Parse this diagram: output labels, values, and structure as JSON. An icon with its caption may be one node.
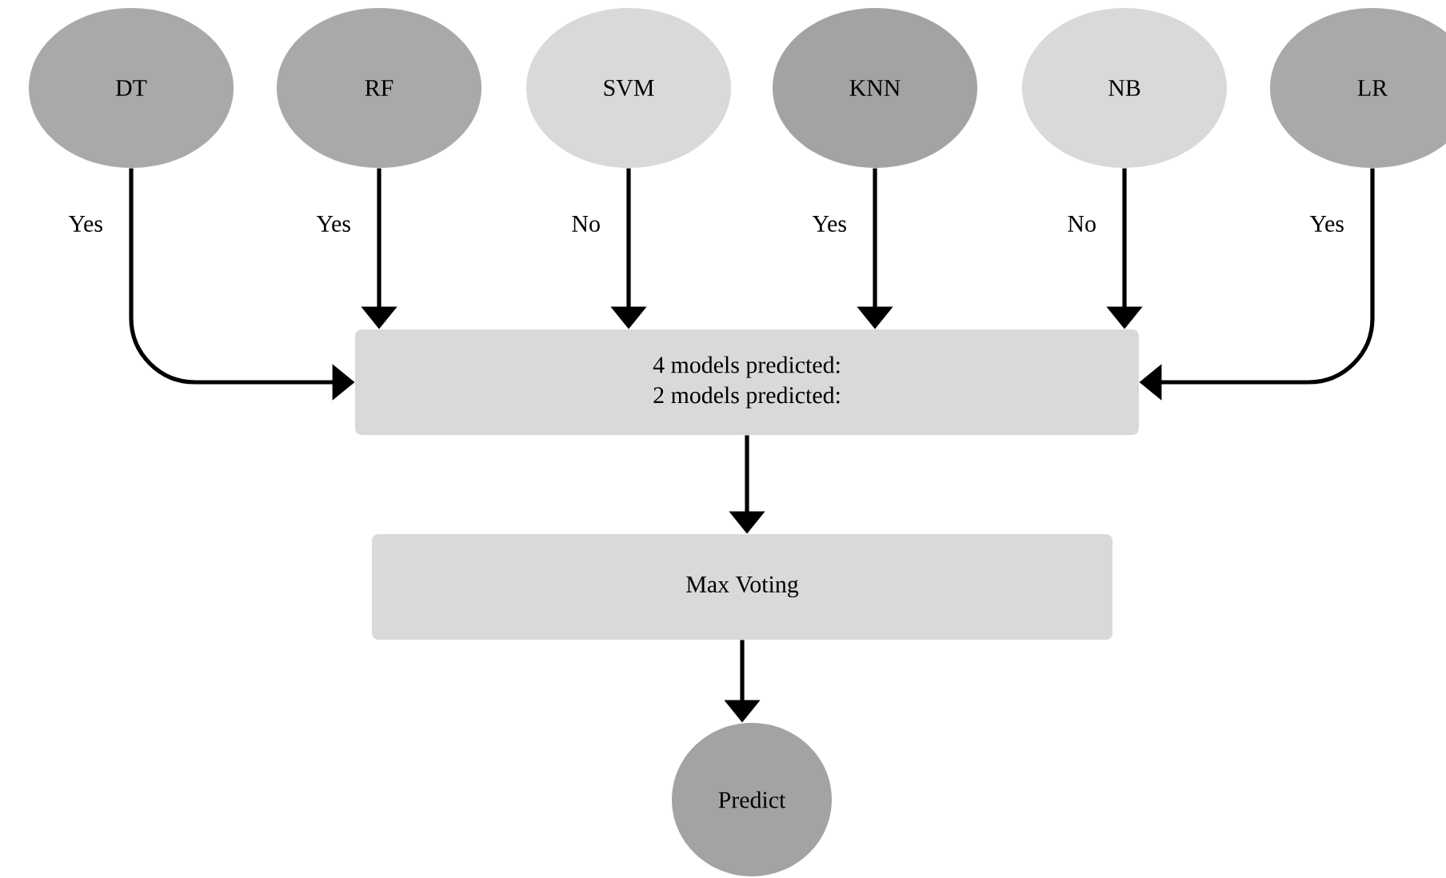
{
  "diagram": {
    "nodes": [
      {
        "text": [
          "DT"
        ]
      },
      {
        "text": [
          "RF"
        ]
      },
      {
        "text": [
          "SVM"
        ]
      },
      {
        "text": [
          "KNN"
        ]
      },
      {
        "text": [
          "NB"
        ]
      },
      {
        "text": [
          "LR"
        ]
      },
      {
        "text": [
          "4 models predicted:",
          "2 models predicted:"
        ]
      },
      {
        "text": [
          "Max Voting"
        ]
      },
      {
        "text": [
          "Predict"
        ]
      }
    ],
    "edges": [
      {
        "from": 0,
        "to": 6,
        "label": "Yes",
        "arrow": "to"
      },
      {
        "from": 1,
        "to": 6,
        "label": "Yes",
        "arrow": "to"
      },
      {
        "from": 2,
        "to": 6,
        "label": "No",
        "arrow": "to"
      },
      {
        "from": 3,
        "to": 6,
        "label": "Yes",
        "arrow": "to"
      },
      {
        "from": 4,
        "to": 6,
        "label": "No",
        "arrow": "to"
      },
      {
        "from": 5,
        "to": 6,
        "label": "Yes",
        "arrow": "to"
      },
      {
        "from": 6,
        "to": 7,
        "arrow": "to"
      },
      {
        "from": 7,
        "to": 8,
        "arrow": "to"
      }
    ]
  }
}
